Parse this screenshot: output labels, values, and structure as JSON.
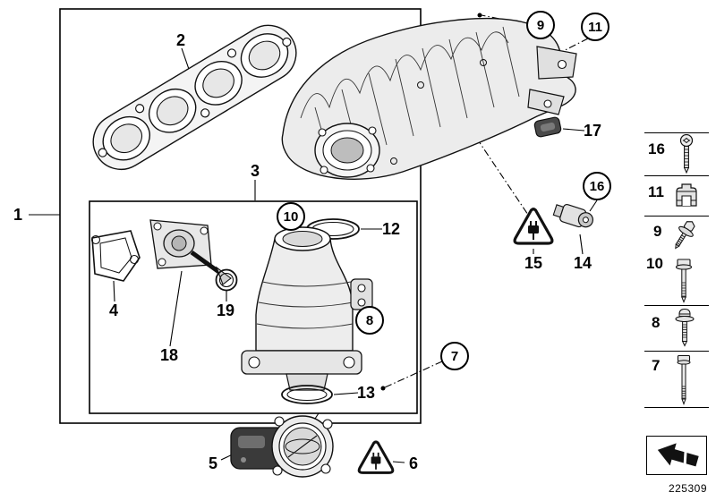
{
  "doc_number": "225309",
  "callouts": {
    "c1": "1",
    "c2": "2",
    "c3": "3",
    "c4": "4",
    "c5": "5",
    "c6": "6",
    "c7": "7",
    "c8": "8",
    "c9": "9",
    "c10": "10",
    "c11": "11",
    "c12": "12",
    "c13": "13",
    "c14": "14",
    "c15": "15",
    "c16": "16",
    "c17": "17",
    "c18": "18",
    "c19": "19"
  },
  "side_panel": {
    "rows": [
      {
        "num": "16",
        "icon": "torx-screw-icon"
      },
      {
        "num": "11",
        "icon": "profile-clamp-icon"
      },
      {
        "num": "9",
        "icon": "flange-screw-icon"
      },
      {
        "num": "10",
        "icon": "hex-flange-bolt-icon"
      },
      {
        "num": "8",
        "icon": "washer-head-screw-icon"
      },
      {
        "num": "7",
        "icon": "long-hex-bolt-icon"
      }
    ],
    "footer_icon": "direction-arrow-icon"
  },
  "diagram": {
    "warning_icon": "electrical-connector-warning-triangle-icon"
  }
}
